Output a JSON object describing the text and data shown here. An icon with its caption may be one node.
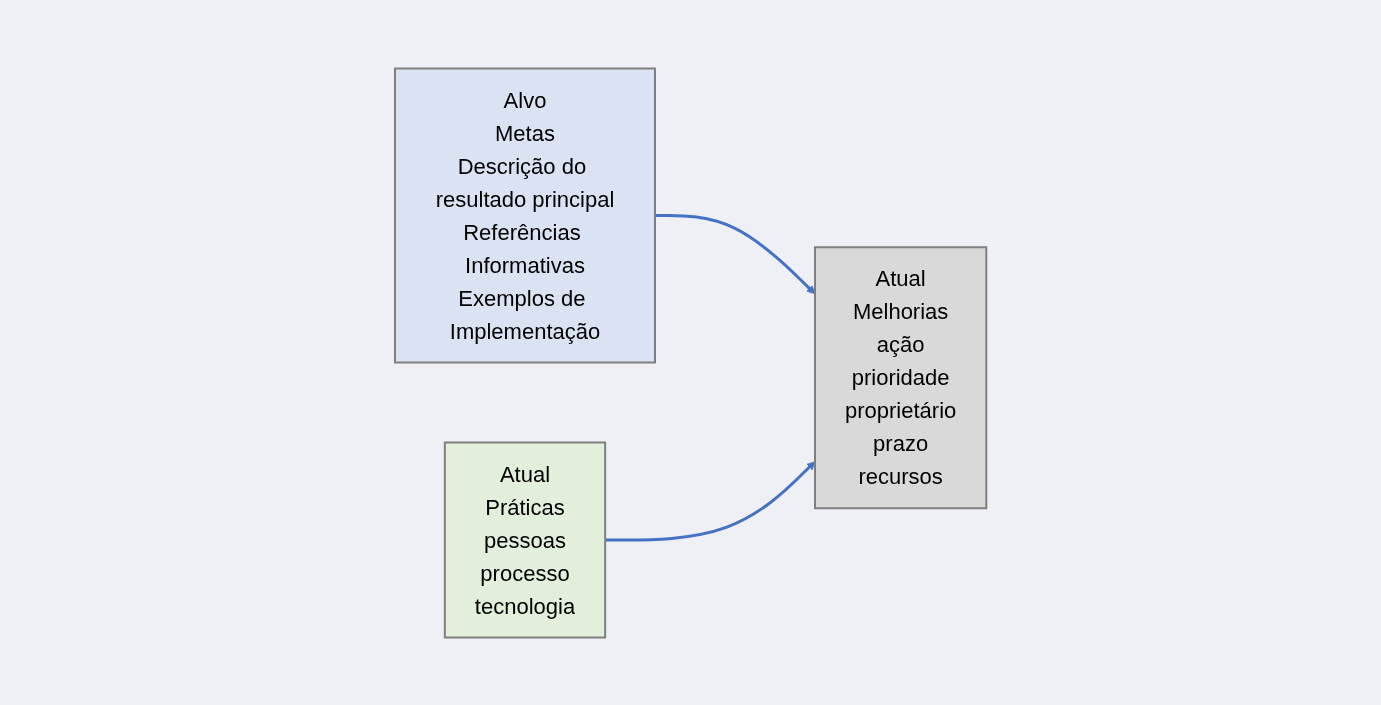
{
  "diagram": {
    "nodes": [
      {
        "text": [
          "Alvo",
          "Metas",
          "Descrição do resultado principal",
          "Referências Informativas",
          "Exemplos de Implementação"
        ]
      },
      {
        "text": [
          "Atual",
          "Melhorias",
          "ação",
          "prioridade",
          "proprietário",
          "prazo",
          "recursos"
        ]
      },
      {
        "text": [
          "Atual",
          "Práticas",
          "pessoas",
          "processo",
          "tecnologia"
        ]
      }
    ],
    "edges": [
      {
        "from": 0,
        "to": 1,
        "arrow": "to"
      },
      {
        "from": 2,
        "to": 1,
        "arrow": "to"
      }
    ]
  }
}
